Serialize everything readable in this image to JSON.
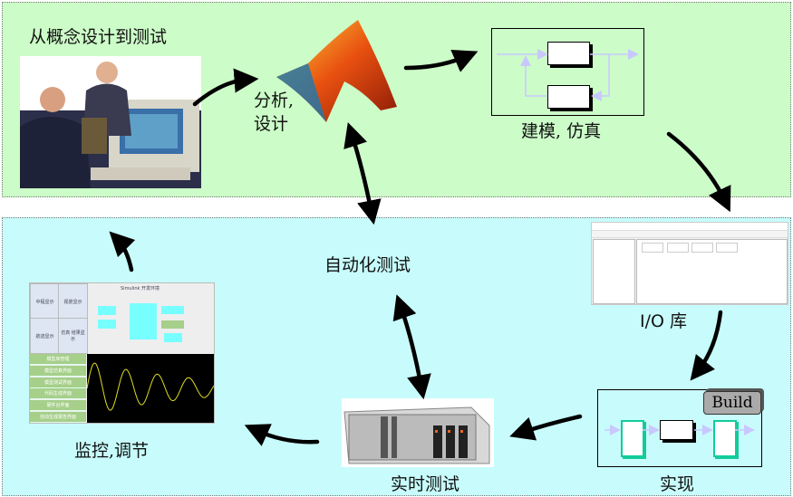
{
  "top_region": {
    "title": "从概念设计到测试"
  },
  "stages": {
    "analysis": "分析,\n设计",
    "analysis_line1": "分析,",
    "analysis_line2": "设计",
    "modeling": "建模, 仿真",
    "io_library": "I/O 库",
    "implementation": "实现",
    "build_button": "Build",
    "realtime_test": "实时测试",
    "auto_test": "自动化测试",
    "monitor": "监控,调节"
  },
  "monitor_panel": {
    "header": "Simulink 开发环境",
    "cells": [
      "中程显示",
      "视景显示",
      "航迹显示",
      "仿真 结果显示"
    ],
    "buttons": [
      "模型库管理",
      "模型仿真界面",
      "模型测试界面",
      "代码生成界面",
      "硬件台界面",
      "自动生成报告界面"
    ]
  },
  "colors": {
    "top_bg": "#ccfcc8",
    "bottom_bg": "#c8fcfc",
    "signal": "#c8c8ff",
    "block_border": "#11cc99"
  }
}
